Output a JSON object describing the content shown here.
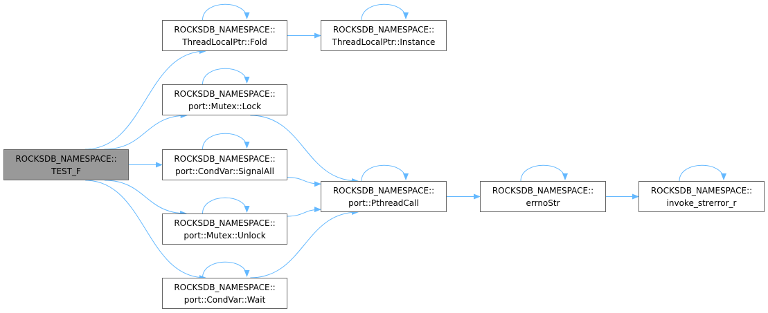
{
  "colors": {
    "edge": "#63b8ff",
    "node_border": "#666666",
    "node_fill": "#ffffff",
    "root_fill": "#999999",
    "text": "#000000"
  },
  "graph": {
    "nodes": [
      {
        "id": "test_f",
        "line1": "ROCKSDB_NAMESPACE::",
        "line2": "TEST_F",
        "root": true
      },
      {
        "id": "fold",
        "line1": "ROCKSDB_NAMESPACE::",
        "line2": "ThreadLocalPtr::Fold"
      },
      {
        "id": "instance",
        "line1": "ROCKSDB_NAMESPACE::",
        "line2": "ThreadLocalPtr::Instance"
      },
      {
        "id": "lock",
        "line1": "ROCKSDB_NAMESPACE::",
        "line2": "port::Mutex::Lock"
      },
      {
        "id": "signalall",
        "line1": "ROCKSDB_NAMESPACE::",
        "line2": "port::CondVar::SignalAll"
      },
      {
        "id": "unlock",
        "line1": "ROCKSDB_NAMESPACE::",
        "line2": "port::Mutex::Unlock"
      },
      {
        "id": "wait",
        "line1": "ROCKSDB_NAMESPACE::",
        "line2": "port::CondVar::Wait"
      },
      {
        "id": "pthreadcall",
        "line1": "ROCKSDB_NAMESPACE::",
        "line2": "port::PthreadCall"
      },
      {
        "id": "errnostr",
        "line1": "ROCKSDB_NAMESPACE::",
        "line2": "errnoStr"
      },
      {
        "id": "invoke",
        "line1": "ROCKSDB_NAMESPACE::",
        "line2": "invoke_strerror_r"
      }
    ],
    "edges": [
      {
        "from": "test_f",
        "to": "fold"
      },
      {
        "from": "test_f",
        "to": "lock"
      },
      {
        "from": "test_f",
        "to": "signalall"
      },
      {
        "from": "test_f",
        "to": "unlock"
      },
      {
        "from": "test_f",
        "to": "wait"
      },
      {
        "from": "fold",
        "to": "instance"
      },
      {
        "from": "lock",
        "to": "pthreadcall"
      },
      {
        "from": "signalall",
        "to": "pthreadcall"
      },
      {
        "from": "unlock",
        "to": "pthreadcall"
      },
      {
        "from": "wait",
        "to": "pthreadcall"
      },
      {
        "from": "pthreadcall",
        "to": "errnostr"
      },
      {
        "from": "errnostr",
        "to": "invoke"
      },
      {
        "from": "fold",
        "to": "fold"
      },
      {
        "from": "instance",
        "to": "instance"
      },
      {
        "from": "lock",
        "to": "lock"
      },
      {
        "from": "signalall",
        "to": "signalall"
      },
      {
        "from": "unlock",
        "to": "unlock"
      },
      {
        "from": "wait",
        "to": "wait"
      },
      {
        "from": "pthreadcall",
        "to": "pthreadcall"
      },
      {
        "from": "errnostr",
        "to": "errnostr"
      },
      {
        "from": "invoke",
        "to": "invoke"
      }
    ]
  }
}
